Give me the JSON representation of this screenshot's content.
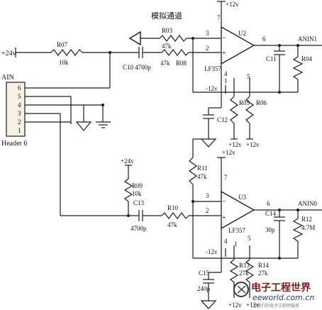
{
  "title": "模拟通道",
  "supplies": {
    "pos12": "+12v",
    "neg12": "-12v",
    "pos24": "+24v"
  },
  "connector": {
    "name": "AIN",
    "part": "Header 6",
    "pins": [
      "6",
      "5",
      "4",
      "3",
      "2",
      "1"
    ]
  },
  "u2": {
    "ref": "U2",
    "part": "LF357",
    "pins": {
      "vcc": "7",
      "inn": "3",
      "inp": "2",
      "out": "6",
      "vee": "4",
      "p1": "1",
      "p5": "5"
    },
    "r03": {
      "ref": "R03",
      "val": "47k"
    },
    "r07": {
      "ref": "R07",
      "val": "10k"
    },
    "c10": {
      "ref": "C10",
      "val": "4700p"
    },
    "r08": {
      "ref": "R08",
      "val": "47k"
    },
    "c11": {
      "ref": "C11"
    },
    "r04": {
      "ref": "R04"
    },
    "c12": {
      "ref": "C12"
    },
    "r05": {
      "ref": "R05"
    },
    "r06": {
      "ref": "R06"
    },
    "net": "ANIN1"
  },
  "u3": {
    "ref": "U3",
    "part": "LF357",
    "pins": {
      "vcc": "7",
      "inn": "3",
      "inp": "2",
      "out": "6",
      "vee": "4",
      "p1": "1",
      "p5": "5"
    },
    "r09": {
      "ref": "R09",
      "val": "10k"
    },
    "r10": {
      "ref": "R10",
      "val": "47k"
    },
    "r11": {
      "ref": "R11",
      "val": "47k"
    },
    "c13": {
      "ref": "C13",
      "val": "4700p"
    },
    "c14": {
      "ref": "C14",
      "val": "30p"
    },
    "r12": {
      "ref": "R12",
      "val": "4.7M"
    },
    "r13": {
      "ref": "R13",
      "val": "27k"
    },
    "r14": {
      "ref": "R14",
      "val": "27k"
    },
    "c15": {
      "ref": "C15",
      "val": "240p"
    },
    "net": "ANIN0"
  },
  "watermark": {
    "brand": "电子工程世界",
    "url": "eeworld.com.cn",
    "tagline": "为我们的电子工程师服务"
  }
}
